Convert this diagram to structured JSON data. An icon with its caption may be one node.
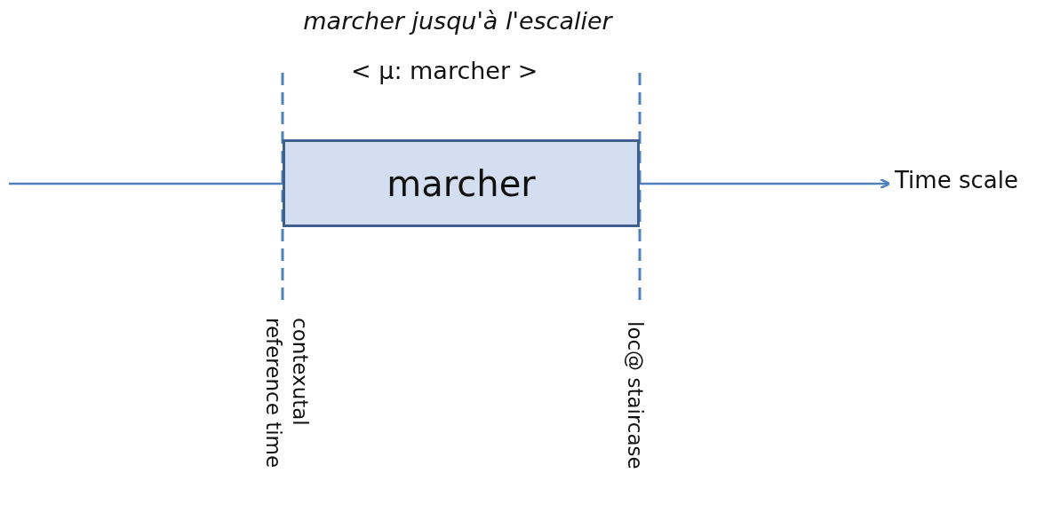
{
  "diagram": {
    "title": "marcher jusqu'à l'escalier",
    "nodes": [
      {
        "text": [
          "marcher"
        ]
      }
    ],
    "labels": [
      "< μ: marcher >",
      "Time scale",
      "contexutal reference time",
      "loc@ staircase"
    ]
  }
}
